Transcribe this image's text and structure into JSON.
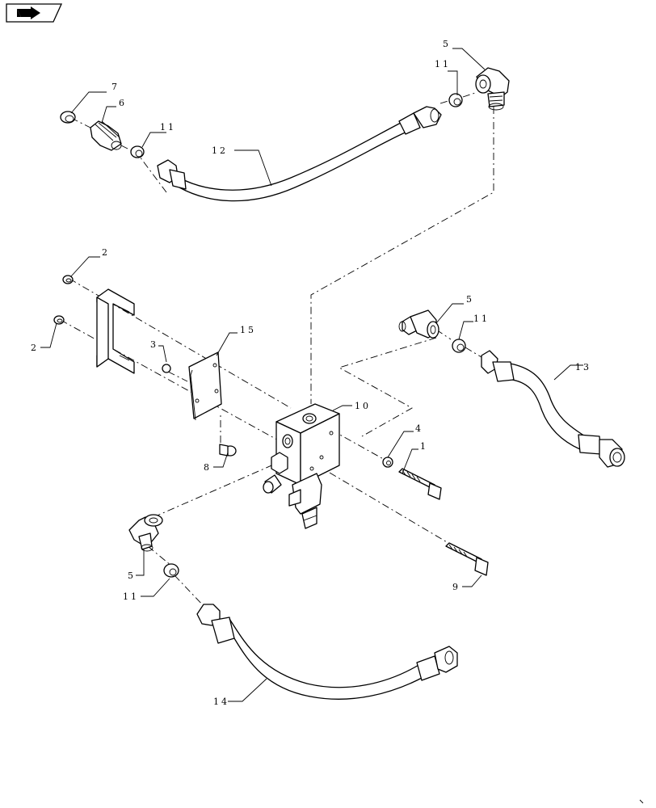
{
  "callouts": {
    "c1": "1",
    "c2a": "2",
    "c2b": "2",
    "c3": "3",
    "c4": "4",
    "c5a": "5",
    "c5b": "5",
    "c5c": "5",
    "c6": "6",
    "c7": "7",
    "c8": "8",
    "c9": "9",
    "c10": "10",
    "c11a": "11",
    "c11b": "11",
    "c11c": "11",
    "c11d": "11",
    "c12": "12",
    "c13": "13",
    "c14": "14",
    "c15": "15"
  },
  "nav_icon": "next-page-arrow-icon"
}
